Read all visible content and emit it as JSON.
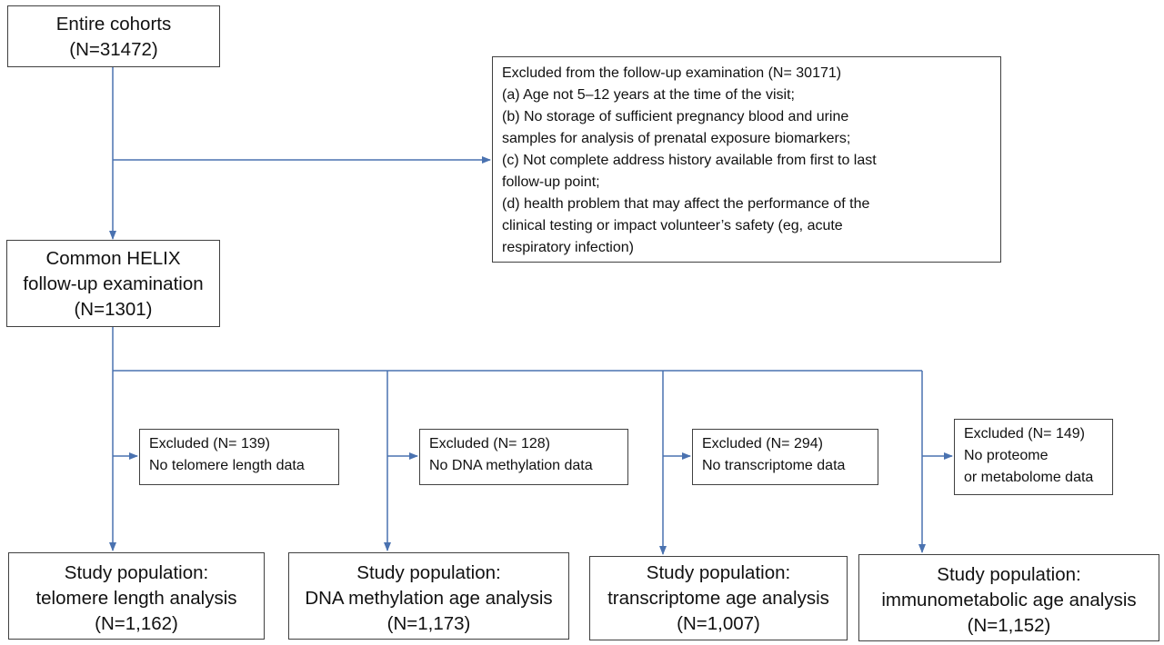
{
  "colors": {
    "connector": "#4a72b0",
    "border": "#404040",
    "text": "#111111"
  },
  "boxes": {
    "entire": {
      "lines": [
        "Entire cohorts",
        "(N=31472)"
      ]
    },
    "excluded_main": {
      "lines": [
        "Excluded from the follow-up examination (N= 30171)",
        "(a) Age not 5–12 years at the time of the visit;",
        "(b) No storage of sufficient pregnancy blood and urine",
        "samples for analysis of prenatal exposure biomarkers;",
        "(c) Not complete address history available  from first to last",
        "follow-up point;",
        "(d) health problem that may affect the performance of the",
        "clinical testing or impact volunteer’s safety (eg, acute",
        "respiratory infection)"
      ]
    },
    "common": {
      "lines": [
        "Common HELIX",
        "follow-up examination",
        "(N=1301)"
      ]
    },
    "excl_telomere": {
      "lines": [
        "Excluded (N= 139)",
        "No telomere length data"
      ]
    },
    "excl_dna": {
      "lines": [
        "Excluded (N= 128)",
        "No DNA methylation data"
      ]
    },
    "excl_transcriptome": {
      "lines": [
        "Excluded (N= 294)",
        "No transcriptome data"
      ]
    },
    "excl_immuno": {
      "lines": [
        "Excluded (N= 149)",
        "No proteome",
        "or metabolome data"
      ]
    },
    "study_telomere": {
      "lines": [
        "Study population:",
        "telomere length analysis",
        "(N=1,162)"
      ]
    },
    "study_dna": {
      "lines": [
        "Study population:",
        "DNA methylation age analysis",
        "(N=1,173)"
      ]
    },
    "study_transcriptome": {
      "lines": [
        "Study population:",
        "transcriptome age analysis",
        "(N=1,007)"
      ]
    },
    "study_immuno": {
      "lines": [
        "Study population:",
        "immunometabolic age analysis",
        "(N=1,152)"
      ]
    }
  }
}
